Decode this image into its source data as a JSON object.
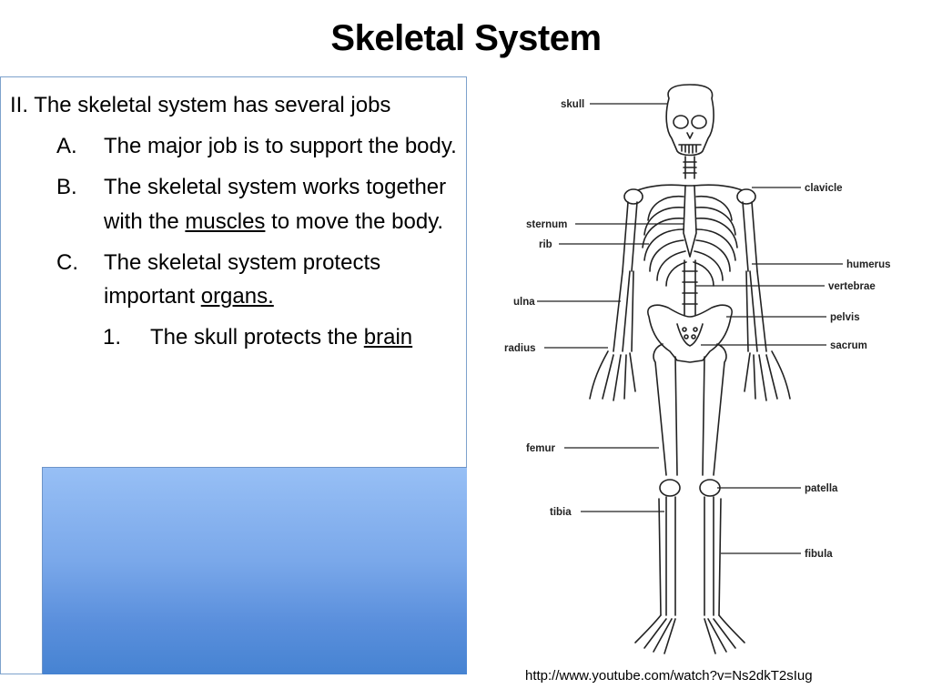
{
  "slide": {
    "title": "Skeletal System",
    "heading": {
      "prefix": "II. ",
      "text": "The skeletal system has several jobs"
    },
    "items": [
      {
        "marker": "A.",
        "text": "The major job is to support the body."
      },
      {
        "marker": "B.",
        "text_before": "The skeletal system works together with the ",
        "link": "muscles",
        "text_after": " to move the body."
      },
      {
        "marker": "C.",
        "text_before": "The skeletal system protects important ",
        "link": "organs."
      }
    ],
    "subitems": [
      {
        "marker": "1.",
        "text_before": "The skull protects the ",
        "link": "brain"
      }
    ],
    "source_url": "http://www.youtube.com/watch?v=Ns2dkT2sIug"
  },
  "diagram": {
    "labels": {
      "skull": "skull",
      "clavicle": "clavicle",
      "sternum": "sternum",
      "rib": "rib",
      "humerus": "humerus",
      "vertebrae": "vertebrae",
      "ulna": "ulna",
      "pelvis": "pelvis",
      "radius": "radius",
      "sacrum": "sacrum",
      "femur": "femur",
      "patella": "patella",
      "tibia": "tibia",
      "fibula": "fibula"
    }
  },
  "colors": {
    "border": "#7da2cc",
    "panel_top": "#97bff5",
    "panel_bottom": "#4683d2"
  }
}
